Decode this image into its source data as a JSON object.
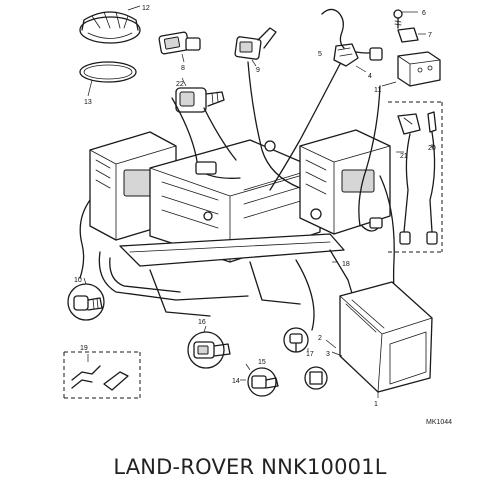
{
  "caption": "LAND-ROVER NNK10001L",
  "diagram_code": "MK1044",
  "callouts": [
    "1",
    "2",
    "3",
    "4",
    "5",
    "6",
    "7",
    "8",
    "9",
    "10",
    "11",
    "12",
    "13",
    "14",
    "15",
    "16",
    "17",
    "18",
    "19",
    "20",
    "21",
    "22"
  ]
}
